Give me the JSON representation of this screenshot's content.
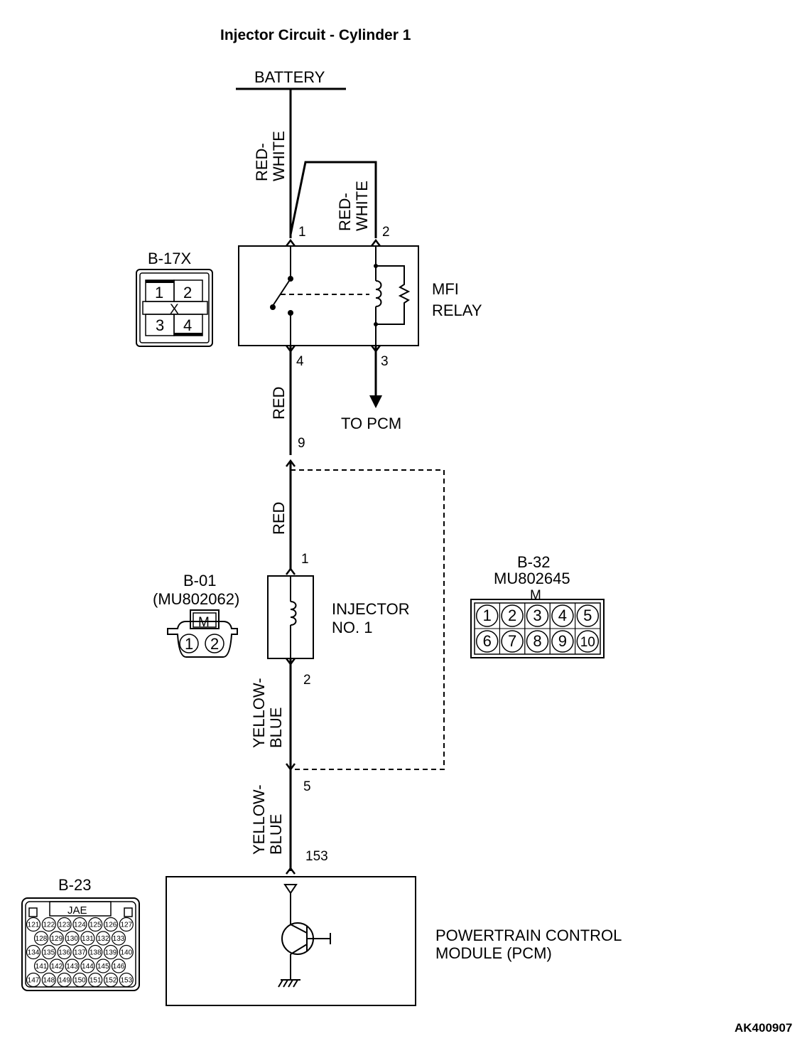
{
  "title": "Injector Circuit - Cylinder 1",
  "figure_id": "AK400907",
  "battery": {
    "label": "BATTERY"
  },
  "wires": {
    "red_white_left": [
      "RED-",
      "WHITE"
    ],
    "red_white_right": [
      "RED-",
      "WHITE"
    ],
    "red_upper": "RED",
    "red_lower": "RED",
    "yellow_blue_upper": [
      "YELLOW-",
      "BLUE"
    ],
    "yellow_blue_lower": [
      "YELLOW-",
      "BLUE"
    ]
  },
  "relay": {
    "name_lines": [
      "MFI",
      "RELAY"
    ],
    "pins": {
      "p1": "1",
      "p2": "2",
      "p3": "3",
      "p4": "4"
    },
    "to_pcm": "TO PCM"
  },
  "junction_pins": {
    "upper": "9",
    "lower": "5"
  },
  "injector": {
    "name_lines": [
      "INJECTOR",
      "NO. 1"
    ],
    "pins": {
      "p1": "1",
      "p2": "2"
    }
  },
  "pcm": {
    "pin": "153",
    "name_lines": [
      "POWERTRAIN CONTROL",
      "MODULE (PCM)"
    ]
  },
  "connectors": {
    "b17x": {
      "id": "B-17X",
      "pins": [
        "1",
        "2",
        "3",
        "4"
      ],
      "mark": "X"
    },
    "b01": {
      "id": "B-01",
      "part": "(MU802062)",
      "pins": [
        "1",
        "2"
      ],
      "mark": "M"
    },
    "b32": {
      "id": "B-32",
      "part": "MU802645",
      "pins": [
        "1",
        "2",
        "3",
        "4",
        "5",
        "6",
        "7",
        "8",
        "9",
        "10"
      ],
      "mark": "M"
    },
    "b23": {
      "id": "B-23",
      "mark": "JAE",
      "rows": [
        [
          "121",
          "122",
          "123",
          "124",
          "125",
          "126",
          "127"
        ],
        [
          "128",
          "129",
          "130",
          "131",
          "132",
          "133"
        ],
        [
          "134",
          "135",
          "136",
          "137",
          "138",
          "139",
          "140"
        ],
        [
          "141",
          "142",
          "143",
          "144",
          "145",
          "146"
        ],
        [
          "147",
          "148",
          "149",
          "150",
          "151",
          "152",
          "153"
        ]
      ]
    }
  }
}
